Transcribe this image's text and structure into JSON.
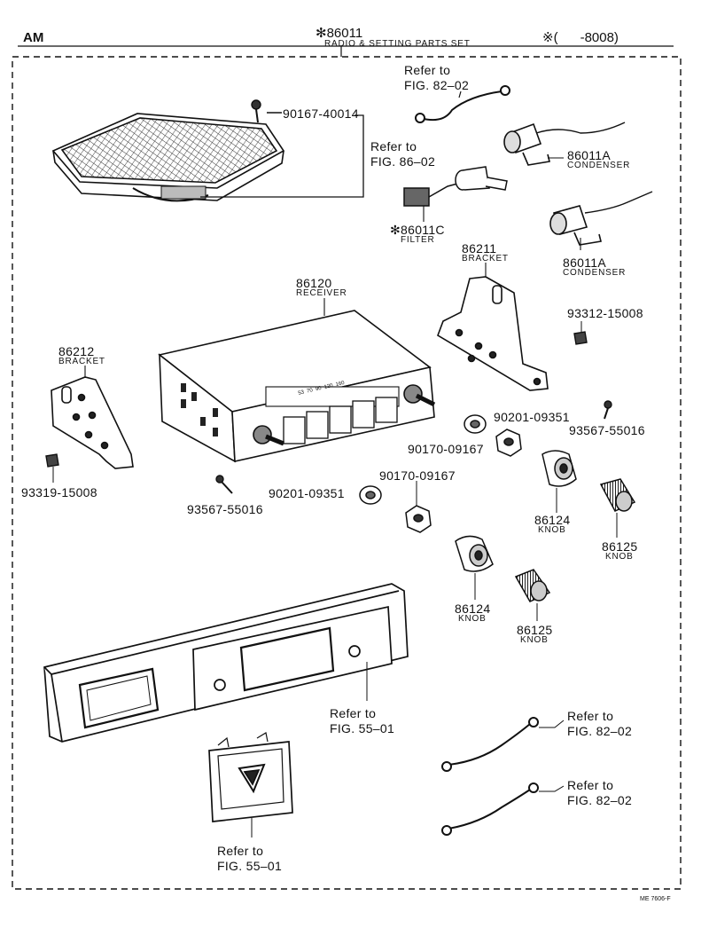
{
  "header": {
    "variant": "AM",
    "set_number": "✻86011",
    "set_name": "RADIO & SETTING PARTS SET",
    "production_note": "※(      -8008)"
  },
  "labels": {
    "screw_top": "90167-40014",
    "refer_fig_86_02": [
      "Refer to",
      "FIG. 86–02"
    ],
    "refer_fig_82_02_top": [
      "Refer to",
      "FIG. 82–02"
    ],
    "condenser_1": {
      "number": "86011A",
      "name": "CONDENSER"
    },
    "filter": {
      "number": "✻86011C",
      "name": "FILTER"
    },
    "condenser_2": {
      "number": "86011A",
      "name": "CONDENSER"
    },
    "bracket_right": {
      "number": "86211",
      "name": "BRACKET"
    },
    "receiver": {
      "number": "86120",
      "name": "RECEIVER"
    },
    "bolt_right": "93312-15008",
    "bracket_left": {
      "number": "86212",
      "name": "BRACKET"
    },
    "washer_1": "90201-09351",
    "screw_right": "93567-55016",
    "nut_1": "90170-09167",
    "bolt_left": "93319-15008",
    "screw_left": "93567-55016",
    "washer_2": "90201-09351",
    "nut_2": "90170-09167",
    "knob_1": {
      "number": "86124",
      "name": "KNOB"
    },
    "knob_2": {
      "number": "86125",
      "name": "KNOB"
    },
    "knob_3": {
      "number": "86124",
      "name": "KNOB"
    },
    "knob_4": {
      "number": "86125",
      "name": "KNOB"
    },
    "refer_fig_55_01_panel": [
      "Refer to",
      "FIG. 55–01"
    ],
    "refer_fig_82_02_mid": [
      "Refer to",
      "FIG. 82–02"
    ],
    "refer_fig_82_02_low": [
      "Refer to",
      "FIG. 82–02"
    ],
    "refer_fig_55_01_emblem": [
      "Refer to",
      "FIG. 55–01"
    ],
    "receiver_dial": "53  70  90  120  160",
    "footer_code": "ME 7606-F"
  }
}
